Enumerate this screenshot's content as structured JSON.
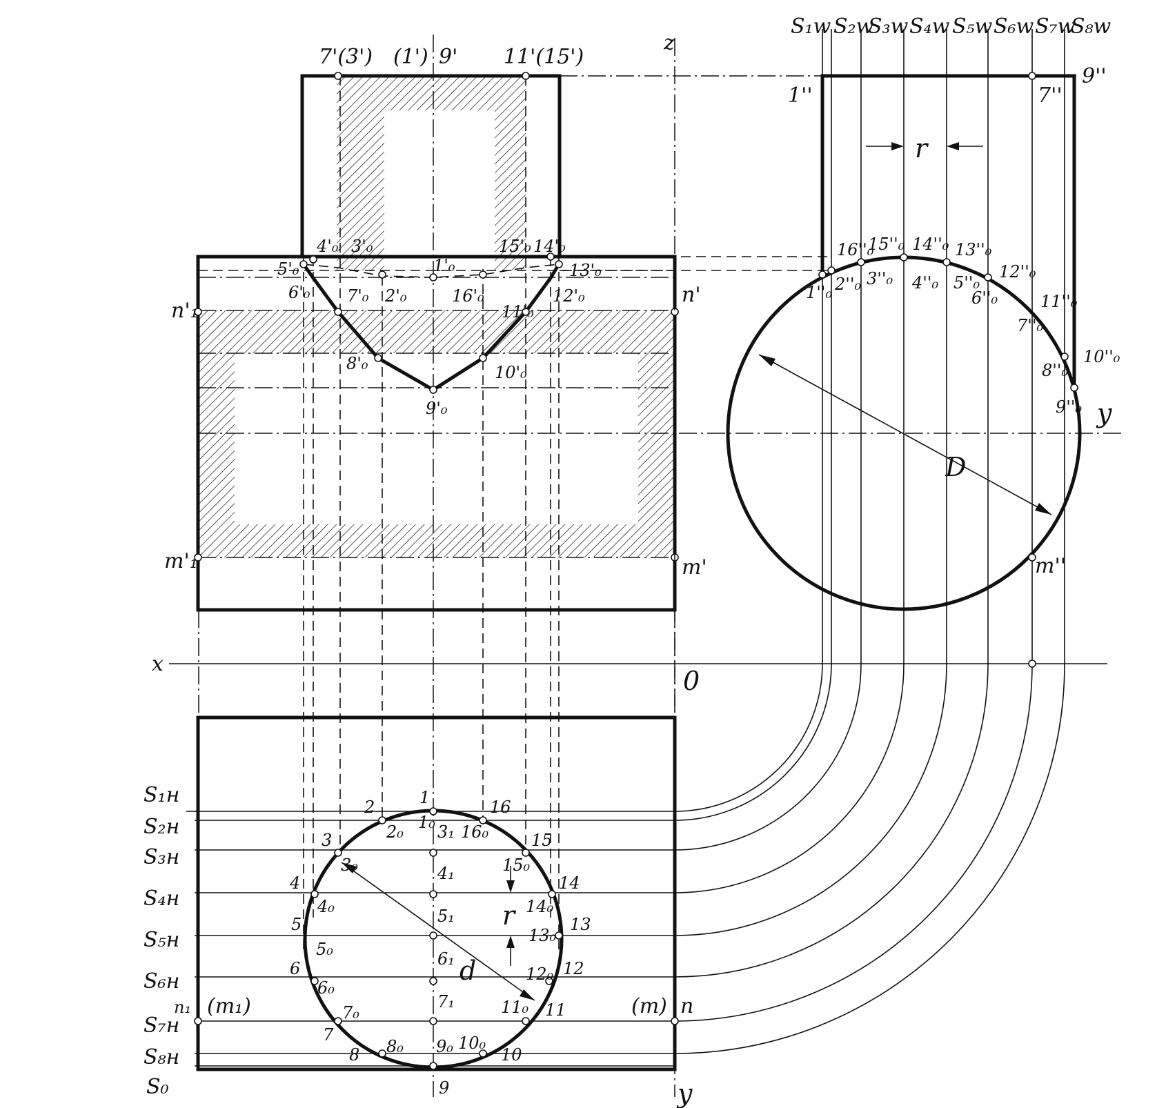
{
  "axes": {
    "z": "z",
    "x": "x",
    "origin": "0",
    "y_bottom": "y",
    "y_right": "y"
  },
  "front_top_labels": {
    "left": "7'(3')",
    "mid1": "(1')",
    "mid2": "9'",
    "right": "11'(15')"
  },
  "front_labels": {
    "p4": "4'₀",
    "p3": "3'₀",
    "p1": "1'₀",
    "p15": "15'₀",
    "p14": "14'₀",
    "p5": "5'₀",
    "p13": "13'₀",
    "p6": "6'₀",
    "p7": "7'₀",
    "p2": "2'₀",
    "p16": "16'₀",
    "p11": "11'₀",
    "p12": "12'₀",
    "p8": "8'₀",
    "p10": "10'₀",
    "p9": "9'₀",
    "n1": "n'₁",
    "n": "n'",
    "m1": "m'₁",
    "m": "m'"
  },
  "side_top_labels": [
    "S₁w",
    "S₂w",
    "S₃w",
    "S₄w",
    "S₅w",
    "S₆w",
    "S₇w",
    "S₈w"
  ],
  "side_labels": {
    "p1top": "1''",
    "p7top": "7''",
    "p9top": "9''",
    "r": "r",
    "D": "D",
    "p16": "16''₀",
    "p15": "15''₀",
    "p14": "14''₀",
    "p13": "13''₀",
    "p12": "12''₀",
    "p1": "1''₀",
    "p2": "2''₀",
    "p3": "3''₀",
    "p4": "4''₀",
    "p5": "5''₀",
    "p6": "6''₀",
    "p11": "11''₀",
    "p7": "7''₀",
    "p10": "10''₀",
    "p8": "8''₀",
    "p9": "9''₀",
    "m": "m''"
  },
  "plan_s_labels": [
    "S₁н",
    "S₂н",
    "S₃н",
    "S₄н",
    "S₅н",
    "S₆н",
    "S₇н",
    "S₈н",
    "S₀"
  ],
  "plan_labels": {
    "c1": "1",
    "c2": "2",
    "c16": "16",
    "c3": "3",
    "c15": "15",
    "c4": "4",
    "c14": "14",
    "c5": "5",
    "c13": "13",
    "c6": "6",
    "c12": "12",
    "c7": "7",
    "c11": "11",
    "c8": "8",
    "c10": "10",
    "c9": "9",
    "i1": "1₀",
    "i2": "2₀",
    "i16": "16₀",
    "i3": "3₀",
    "i15": "15₀",
    "i4": "4₀",
    "i14": "14₀",
    "i5": "5₀",
    "i13": "13₀",
    "i6": "6₀",
    "i12": "12₀",
    "i7": "7₀",
    "i11": "11₀",
    "i8": "8₀",
    "i10": "10₀",
    "i9": "9₀",
    "a3": "3₁",
    "a4": "4₁",
    "a5": "5₁",
    "a6": "6₁",
    "a7": "7₁",
    "n1": "n₁",
    "m1": "(m₁)",
    "m": "(m)",
    "n": "n",
    "r": "r",
    "d": "d"
  }
}
